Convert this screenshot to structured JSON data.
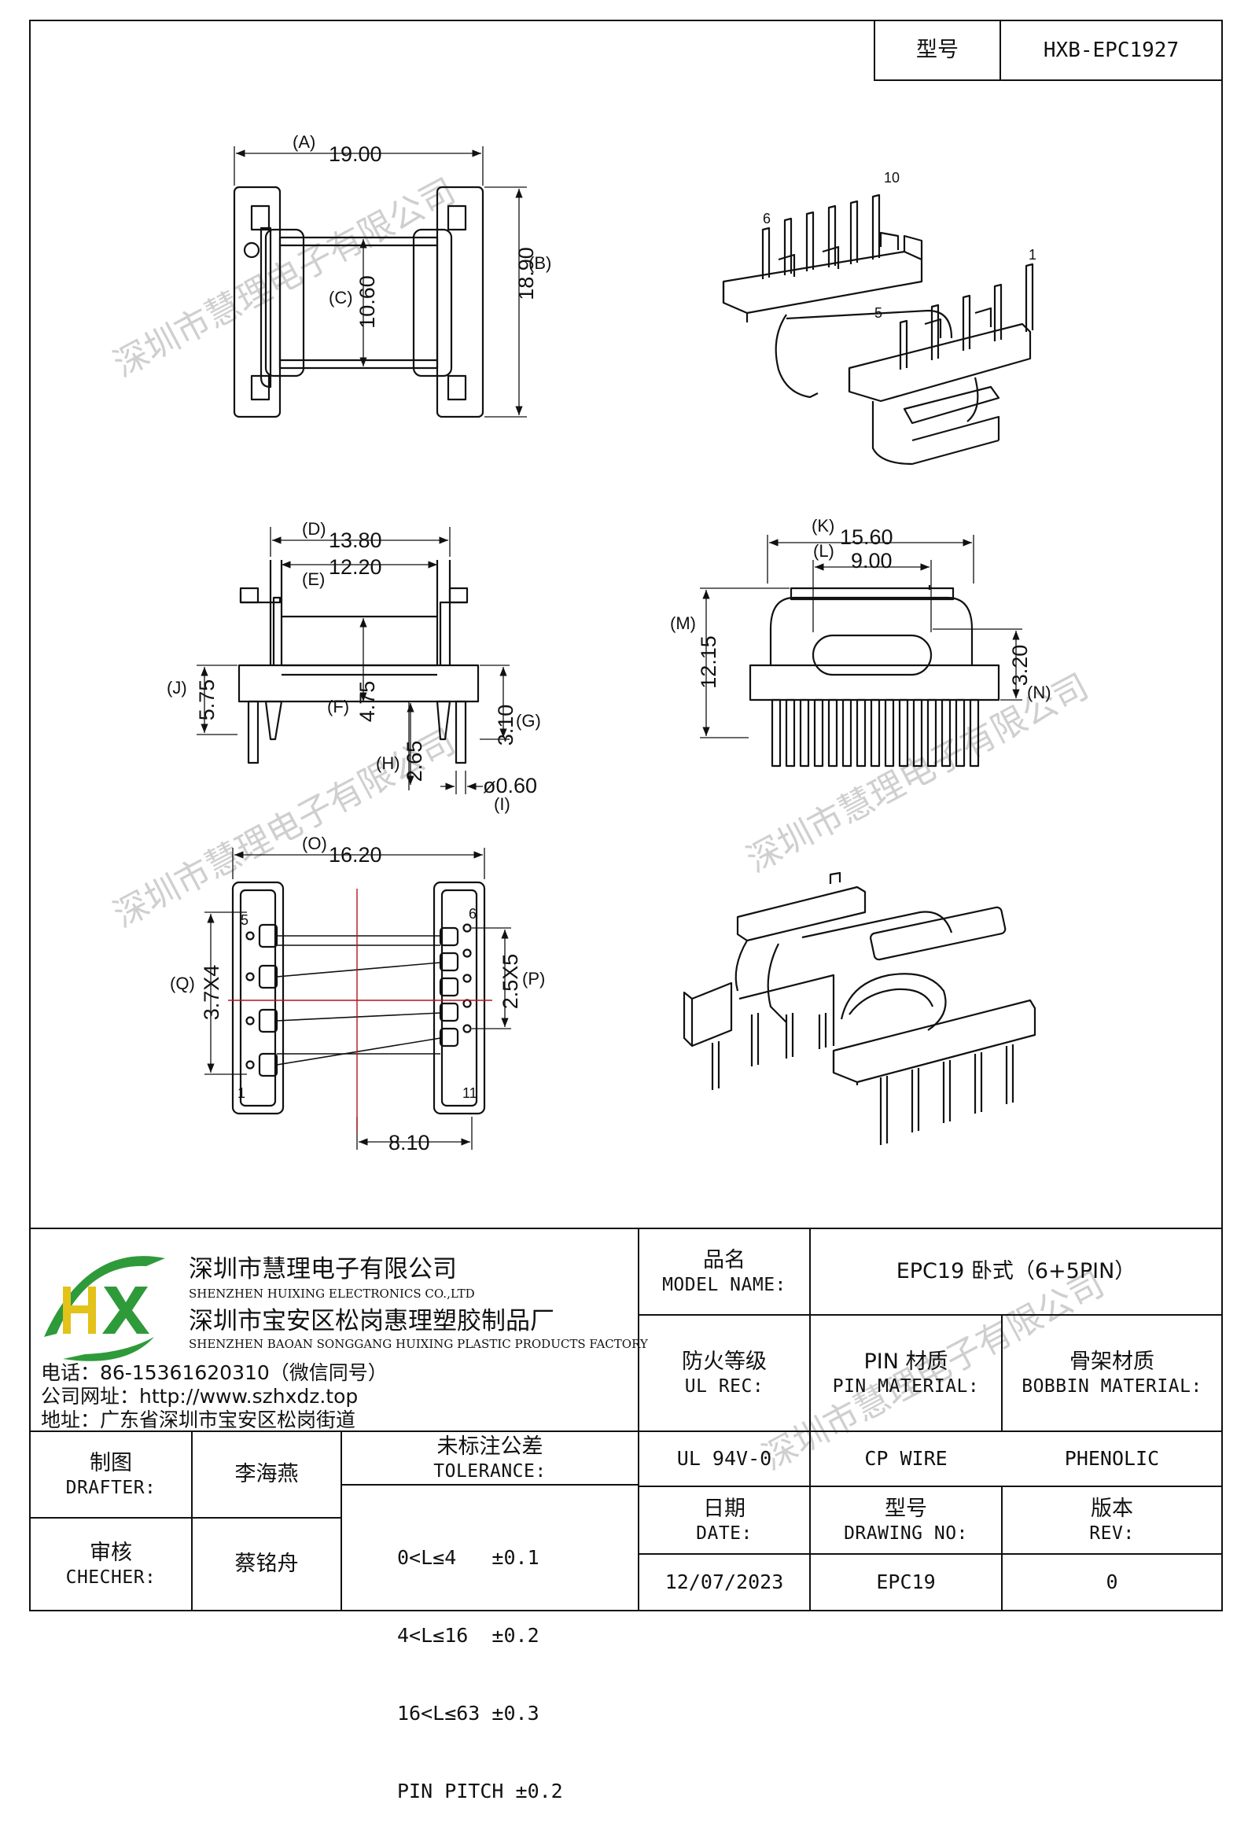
{
  "header": {
    "model_label": "型号",
    "model_value": "HXB-EPC1927"
  },
  "dimensions": {
    "A": {
      "label": "(A)",
      "value": "19.00"
    },
    "B": {
      "label": "(B)",
      "value": "18.90"
    },
    "C": {
      "label": "(C)",
      "value": "10.60"
    },
    "D": {
      "label": "(D)",
      "value": "13.80"
    },
    "E": {
      "label": "(E)",
      "value": "12.20"
    },
    "F": {
      "label": "(F)",
      "value": "4.75"
    },
    "G": {
      "label": "(G)",
      "value": "3.10"
    },
    "H": {
      "label": "(H)",
      "value": "2.65"
    },
    "I": {
      "label": "(I)",
      "value": "ø0.60"
    },
    "J": {
      "label": "(J)",
      "value": "5.75"
    },
    "K": {
      "label": "(K)",
      "value": "15.60"
    },
    "L": {
      "label": "(L)",
      "value": "9.00"
    },
    "M": {
      "label": "(M)",
      "value": "12.15"
    },
    "N": {
      "label": "(N)",
      "value": "3.20"
    },
    "O": {
      "label": "(O)",
      "value": "16.20"
    },
    "P": {
      "label": "(P)",
      "value": "2.5X5"
    },
    "Q": {
      "label": "(Q)",
      "value": "3.7X4"
    },
    "pitch": {
      "value": "8.10"
    }
  },
  "pins": {
    "p1": "1",
    "p5": "5",
    "p6": "6",
    "p10": "10",
    "p11": "11"
  },
  "company": {
    "logo_text": "HX",
    "name_cn": "深圳市慧理电子有限公司",
    "name_en": "SHENZHEN HUIXING ELECTRONICS CO.,LTD",
    "factory_cn": "深圳市宝安区松岗惠理塑胶制品厂",
    "factory_en": "SHENZHEN BAOAN SONGGANG HUIXING PLASTIC PRODUCTS FACTORY",
    "phone": "电话：86-15361620310（微信同号）",
    "website": "公司网址：http://www.szhxdz.top",
    "address": "地址：广东省深圳市宝安区松岗街道"
  },
  "title_block": {
    "model_name_cn": "品名",
    "model_name_en": "MODEL NAME:",
    "model_name_value": "EPC19 卧式（6+5PIN）",
    "fire_cn": "防火等级",
    "fire_en": "UL REC:",
    "fire_value": "UL 94V-0",
    "pin_cn": "PIN 材质",
    "pin_en": "PIN MATERIAL:",
    "pin_value": "CP WIRE",
    "bobbin_cn": "骨架材质",
    "bobbin_en": "BOBBIN MATERIAL:",
    "bobbin_value": "PHENOLIC",
    "drafter_cn": "制图",
    "drafter_en": "DRAFTER:",
    "drafter_value": "李海燕",
    "checker_cn": "审核",
    "checker_en": "CHECHER:",
    "checker_value": "蔡铭舟",
    "tol_cn": "未标注公差",
    "tol_en": "TOLERANCE:",
    "tol_lines": [
      "0<L≤4   ±0.1",
      "4<L≤16  ±0.2",
      "16<L≤63 ±0.3",
      "PIN PITCH ±0.2"
    ],
    "date_cn": "日期",
    "date_en": "DATE:",
    "date_value": "12/07/2023",
    "drawing_cn": "型号",
    "drawing_en": "DRAWING NO:",
    "drawing_value": "EPC19",
    "rev_cn": "版本",
    "rev_en": "REV:",
    "rev_value": "0"
  },
  "watermark": "深圳市慧理电子有限公司",
  "colors": {
    "line": "#111111",
    "centerline": "#b0161f",
    "logo_green": "#2e9a3a",
    "logo_yellow": "#e3c21a",
    "watermark": "#c8c8c8"
  }
}
